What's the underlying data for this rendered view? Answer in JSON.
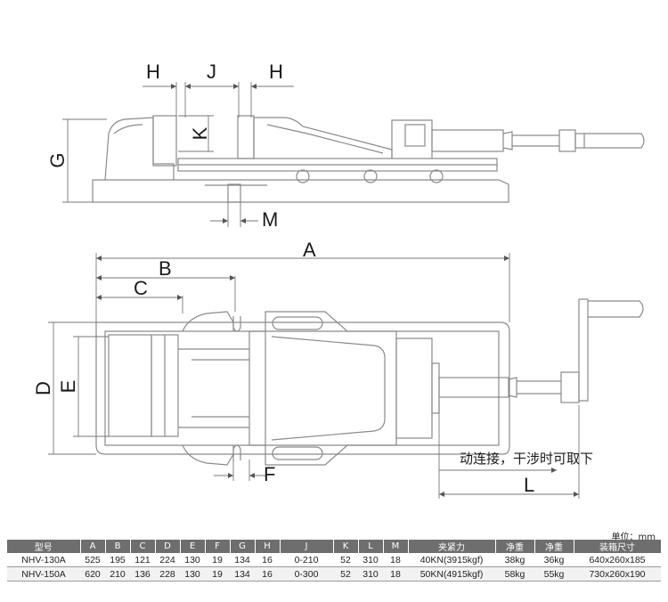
{
  "labels": {
    "H_left": "H",
    "J": "J",
    "H_right": "H",
    "K": "K",
    "G": "G",
    "M": "M",
    "A": "A",
    "B": "B",
    "C": "C",
    "D": "D",
    "E": "E",
    "F": "F",
    "L": "L"
  },
  "note": "动连接，干涉时可取下",
  "unit": "单位：mm",
  "table": {
    "headers": [
      "型号",
      "A",
      "B",
      "C",
      "D",
      "E",
      "F",
      "G",
      "H",
      "J",
      "K",
      "L",
      "M",
      "夹紧力",
      "净重",
      "净重",
      "装箱尺寸"
    ],
    "rows": [
      [
        "NHV-130A",
        "525",
        "195",
        "121",
        "224",
        "130",
        "19",
        "134",
        "16",
        "0-210",
        "52",
        "310",
        "18",
        "40KN(3915kgf)",
        "38kg",
        "36kg",
        "640x260x185"
      ],
      [
        "NHV-150A",
        "620",
        "210",
        "136",
        "228",
        "130",
        "19",
        "134",
        "16",
        "0-300",
        "52",
        "310",
        "18",
        "50KN(4915kgf)",
        "58kg",
        "55kg",
        "730x260x190"
      ]
    ]
  }
}
